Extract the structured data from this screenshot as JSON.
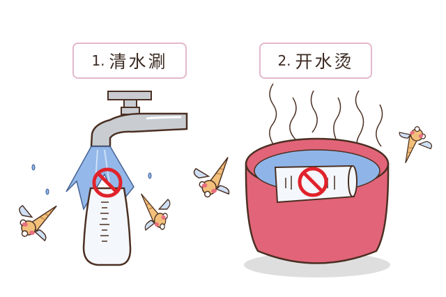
{
  "panels": [
    {
      "number": "1.",
      "label": "清水涮",
      "scene": "faucet-rinsing-bottle",
      "prohibited": true
    },
    {
      "number": "2.",
      "label": "开水烫",
      "scene": "bottle-in-hot-water-basin",
      "prohibited": true
    }
  ],
  "icons": {
    "prohibition": "prohibited-sign-icon",
    "faucet": "faucet-icon",
    "bottle": "baby-bottle-icon",
    "basin": "basin-icon",
    "steam": "steam-icon",
    "germ": "germ-character-icon"
  },
  "colors": {
    "label_border": "#e3b7cb",
    "outline": "#4a2f22",
    "faucet_gray": "#c9cdd2",
    "water_blue": "#8fb5e8",
    "prohibition_red": "#e0232b",
    "basin_pink": "#e26478",
    "germ_body": "#f2c07a",
    "germ_cheek": "#e9707f"
  }
}
